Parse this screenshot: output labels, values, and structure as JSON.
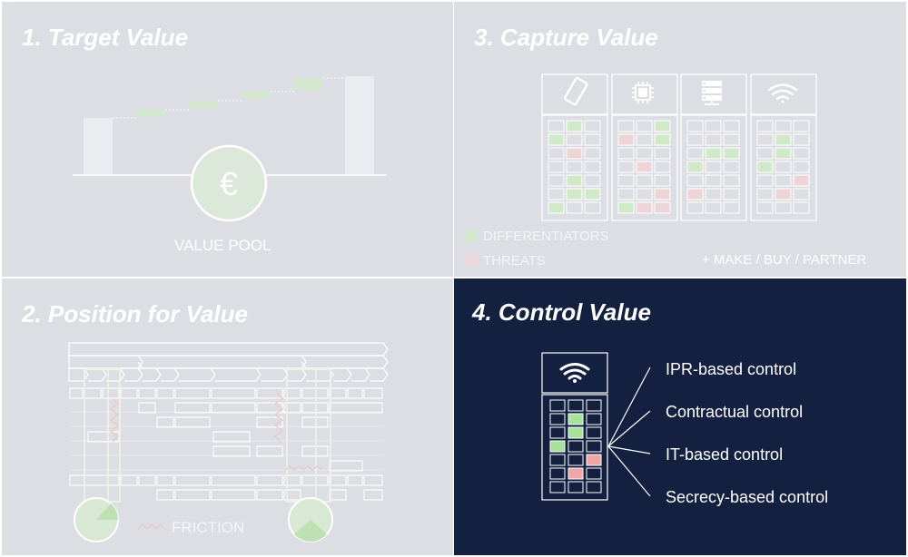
{
  "quadrants": {
    "target": {
      "title": "1. Target Value",
      "currency_symbol": "€",
      "pool_label": "VALUE POOL"
    },
    "capture": {
      "title": "3. Capture Value",
      "legend_differentiators": "DIFFERENTIATORS",
      "legend_threats": "THREATS",
      "make_buy_partner": "+ MAKE / BUY / PARTNER",
      "columns": [
        "smartphone-icon",
        "chip-icon",
        "server-icon",
        "wifi-icon"
      ]
    },
    "position": {
      "title": "2. Position for Value",
      "friction_label": "FRICTION"
    },
    "control": {
      "title": "4. Control Value",
      "items": [
        "IPR-based control",
        "Contractual control",
        "IT-based control",
        "Secrecy-based control"
      ]
    }
  },
  "colors": {
    "panel_bg": "#dddee3",
    "dark_panel_bg": "#13203f",
    "differentiator": "#a7e19a",
    "threat": "#f0a5a8",
    "line": "#ffffff"
  }
}
